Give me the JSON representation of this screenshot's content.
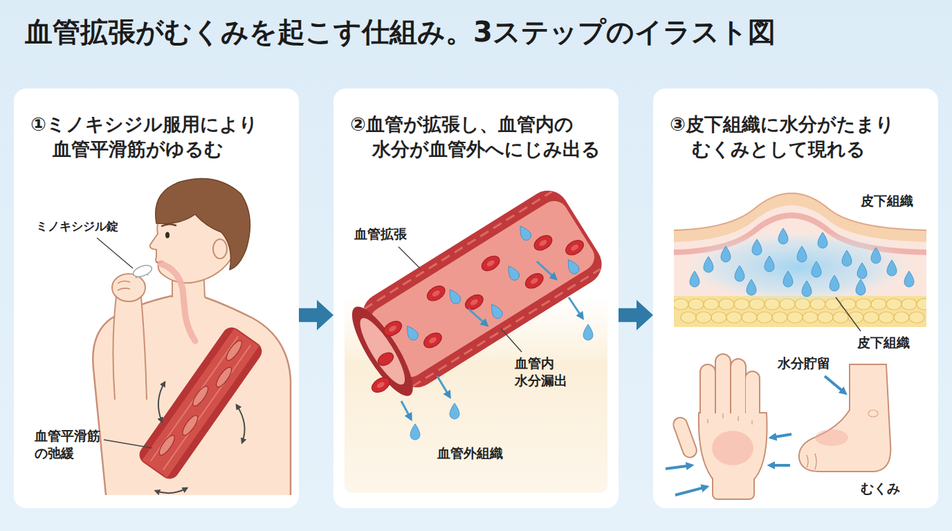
{
  "diagram": {
    "title": "血管拡張がむくみを起こす仕組み。3ステップのイラスト図",
    "nodes": [
      {
        "text": [
          "①ミノキシジル服用により 血管平滑筋がゆるむ"
        ]
      },
      {
        "text": [
          "②血管が拡張し、血管内の 水分が血管外へにじみ出る"
        ]
      },
      {
        "text": [
          "③皮下組織に水分がたまり むくみとして現れる"
        ]
      }
    ],
    "edges": [
      {
        "from": 0,
        "to": 1,
        "arrow": "to"
      },
      {
        "from": 1,
        "to": 2,
        "arrow": "to"
      }
    ],
    "labels": [
      "ミノキシジル錠",
      "血管平滑筋 の弛緩",
      "血管拡張",
      "血管内 水分漏出",
      "血管外組織",
      "皮下組織",
      "皮下組織",
      "水分貯留",
      "むくみ"
    ]
  }
}
